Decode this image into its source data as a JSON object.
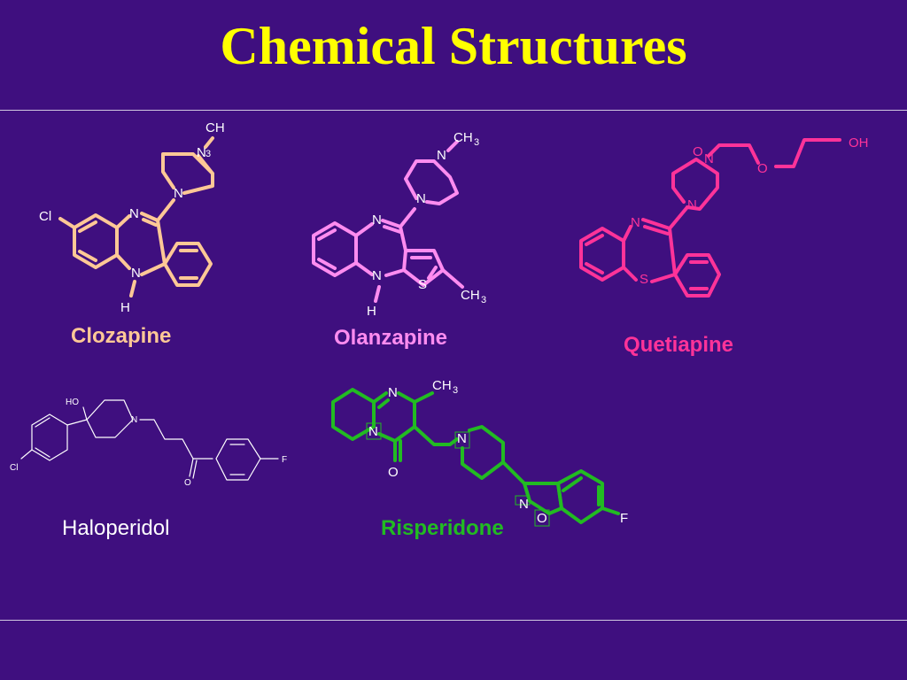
{
  "slide": {
    "title": "Chemical Structures"
  },
  "molecules": {
    "clozapine": {
      "name": "Clozapine",
      "color": "#ffc896",
      "atoms": {
        "ch": "CH",
        "sub3": "3",
        "n_top": "N",
        "n_pip": "N",
        "n_im": "N",
        "n_h": "N",
        "h": "H",
        "cl": "Cl"
      }
    },
    "olanzapine": {
      "name": "Olanzapine",
      "color": "#ff8cf0",
      "atoms": {
        "ch3": "CH",
        "sub3": "3",
        "n_top": "N",
        "n_pip": "N",
        "n_im": "N",
        "n_h": "N",
        "h": "H",
        "s": "S",
        "ch3b": "CH",
        "sub3b": "3"
      }
    },
    "quetiapine": {
      "name": "Quetiapine",
      "color": "#ff3399",
      "atoms": {
        "o1": "O",
        "n1": "N",
        "o2": "O",
        "oh": "OH",
        "n_pip": "N",
        "n_im": "N",
        "s": "S"
      }
    },
    "haloperidol": {
      "name": "Haloperidol",
      "color": "#ffffff",
      "atoms": {
        "ho": "HO",
        "n": "N",
        "cl": "Cl",
        "f": "F",
        "o": "O"
      }
    },
    "risperidone": {
      "name": "Risperidone",
      "color": "#22bb22",
      "atoms": {
        "n_top": "N",
        "ch3": "CH",
        "sub3": "3",
        "n_ring": "N",
        "o_keto": "O",
        "n_pip": "N",
        "n_iso": "N",
        "o_iso": "O",
        "f": "F"
      }
    }
  }
}
